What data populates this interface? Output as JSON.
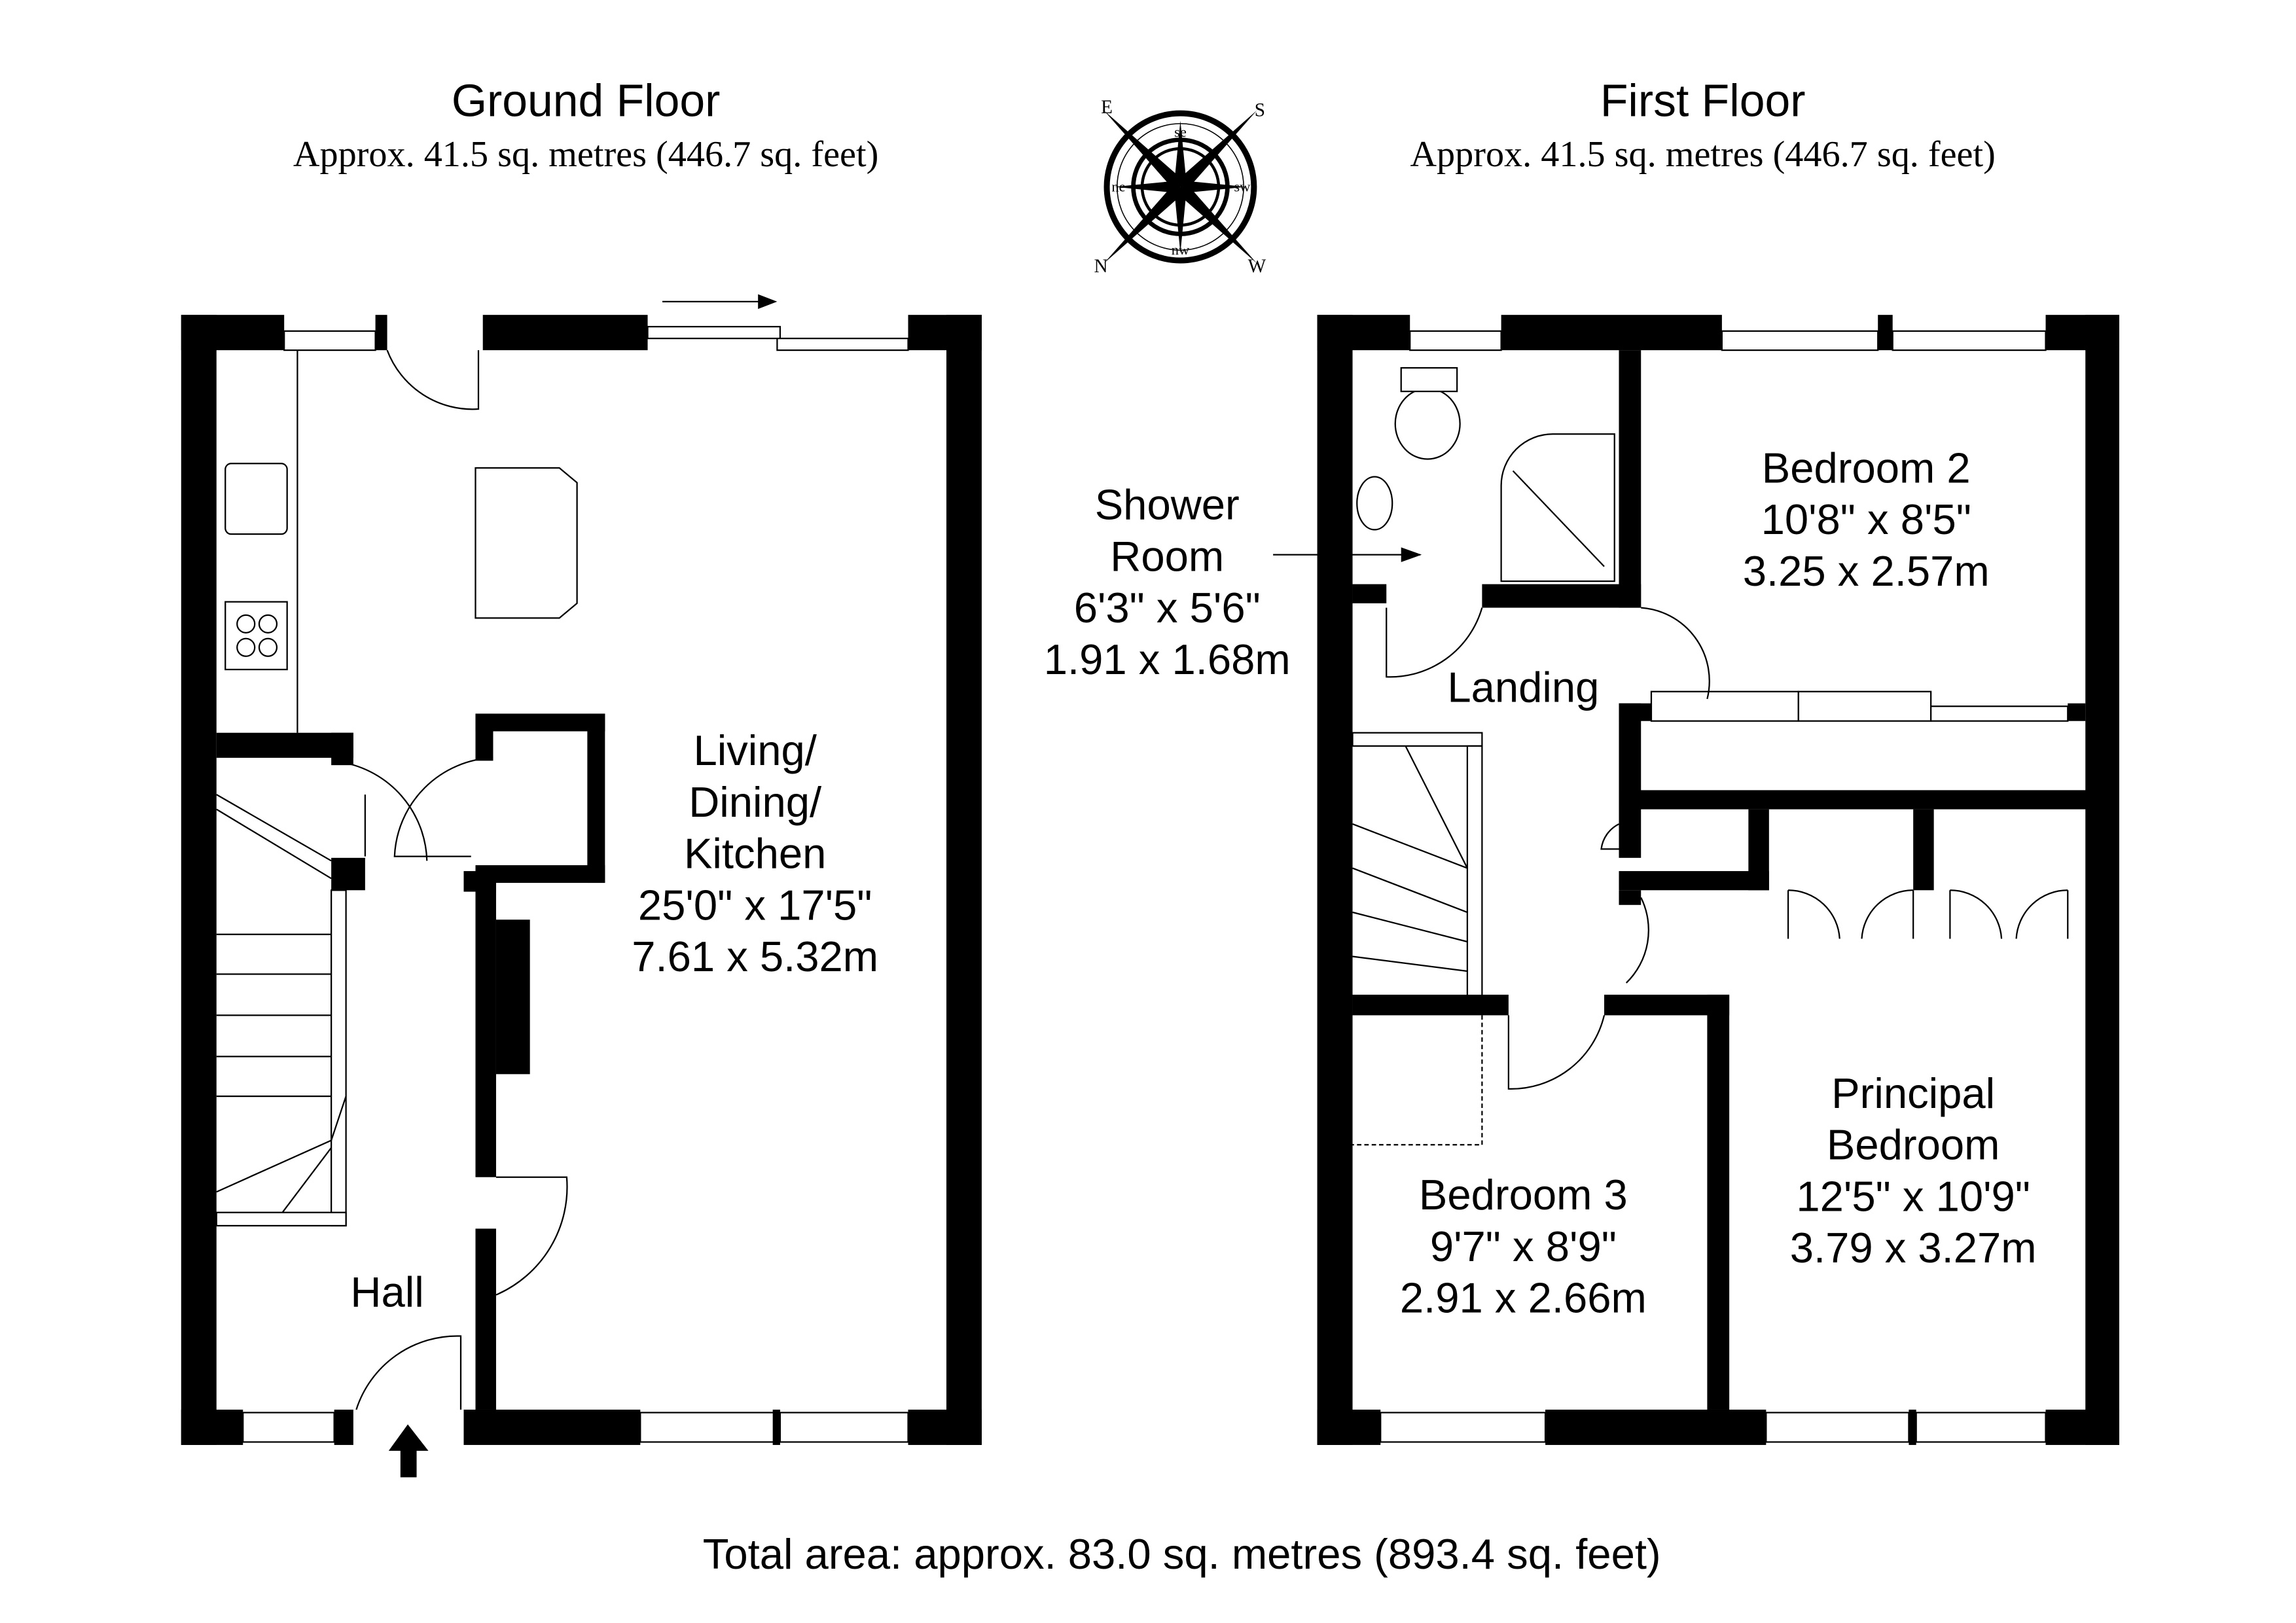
{
  "ground_floor": {
    "title": "Ground Floor",
    "area": "Approx. 41.5 sq. metres (446.7 sq. feet)",
    "rooms": [
      {
        "name_lines": [
          "Living/",
          "Dining/",
          "Kitchen"
        ],
        "imperial": "25'0\" x 17'5\"",
        "metric": "7.61 x 5.32m"
      },
      {
        "name_lines": [
          "Hall"
        ]
      }
    ]
  },
  "first_floor": {
    "title": "First Floor",
    "area": "Approx. 41.5 sq. metres (446.7 sq. feet)",
    "rooms": [
      {
        "name_lines": [
          "Shower",
          "Room"
        ],
        "imperial": "6'3\" x 5'6\"",
        "metric": "1.91 x 1.68m"
      },
      {
        "name_lines": [
          "Bedroom 2"
        ],
        "imperial": "10'8\" x 8'5\"",
        "metric": "3.25 x 2.57m"
      },
      {
        "name_lines": [
          "Landing"
        ]
      },
      {
        "name_lines": [
          "Bedroom 3"
        ],
        "imperial": "9'7\" x 8'9\"",
        "metric": "2.91 x 2.66m"
      },
      {
        "name_lines": [
          "Principal",
          "Bedroom"
        ],
        "imperial": "12'5\" x 10'9\"",
        "metric": "3.79 x 3.27m"
      }
    ]
  },
  "compass": {
    "cardinals": [
      "E",
      "S",
      "N",
      "W"
    ],
    "intercardinals": [
      "se",
      "ne",
      "sw",
      "nw"
    ]
  },
  "total_area": "Total area: approx. 83.0 sq. metres (893.4 sq. feet)"
}
